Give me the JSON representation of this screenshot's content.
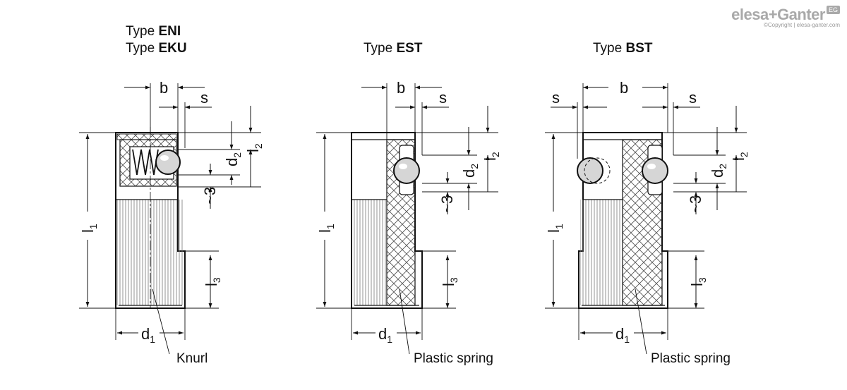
{
  "brand": {
    "name": "elesa+Ganter",
    "badge": "EG",
    "copyright": "©Copyright | elesa-ganter.com"
  },
  "views": [
    {
      "type_lines": [
        {
          "prefix": "Type ",
          "bold": "ENI"
        },
        {
          "prefix": "Type ",
          "bold": "EKU"
        }
      ],
      "note": "Knurl"
    },
    {
      "type_lines": [
        {
          "prefix": "Type ",
          "bold": "EST"
        }
      ],
      "note": "Plastic spring"
    },
    {
      "type_lines": [
        {
          "prefix": "Type ",
          "bold": "BST"
        }
      ],
      "note": "Plastic spring"
    }
  ],
  "dims": {
    "b": "b",
    "s": "s",
    "d": "d",
    "d1_sub": "1",
    "d2_sub": "2",
    "l": "l",
    "l1_sub": "1",
    "l2_sub": "2",
    "l3_sub": "3",
    "approx3": "~3"
  }
}
